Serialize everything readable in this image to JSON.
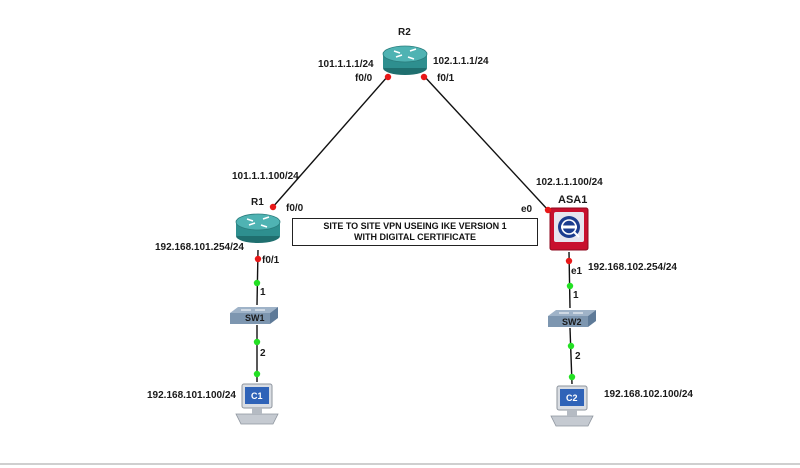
{
  "devices": {
    "r2": {
      "name": "R2"
    },
    "r1": {
      "name": "R1"
    },
    "asa1": {
      "name": "ASA1"
    },
    "sw1": {
      "name": "SW1"
    },
    "sw2": {
      "name": "SW2"
    },
    "c1": {
      "name": "C1"
    },
    "c2": {
      "name": "C2"
    }
  },
  "labels": {
    "r2_f00_ip": "101.1.1.1/24",
    "r2_f00_port": "f0/0",
    "r2_f01_ip": "102.1.1.1/24",
    "r2_f01_port": "f0/1",
    "r1_f00_ip": "101.1.1.100/24",
    "r1_f00_port": "f0/0",
    "r1_f01_ip": "192.168.101.254/24",
    "r1_f01_port": "f0/1",
    "asa_e0_ip": "102.1.1.100/24",
    "asa_e0_port": "e0",
    "asa_e1_port": "e1",
    "asa_e1_ip": "192.168.102.254/24",
    "sw1_p1": "1",
    "sw1_p2": "2",
    "sw2_p1": "1",
    "sw2_p2": "2",
    "c1_ip": "192.168.101.100/24",
    "c2_ip": "192.168.102.100/24"
  },
  "banner": {
    "line1": "SITE TO SITE VPN USEING IKE VERSION 1",
    "line2": "WITH DIGITAL CERTIFICATE"
  },
  "colors": {
    "router": "#2e8f8f",
    "asa": "#c8102e",
    "link_up": "#23e023",
    "link_down": "#e81818"
  }
}
